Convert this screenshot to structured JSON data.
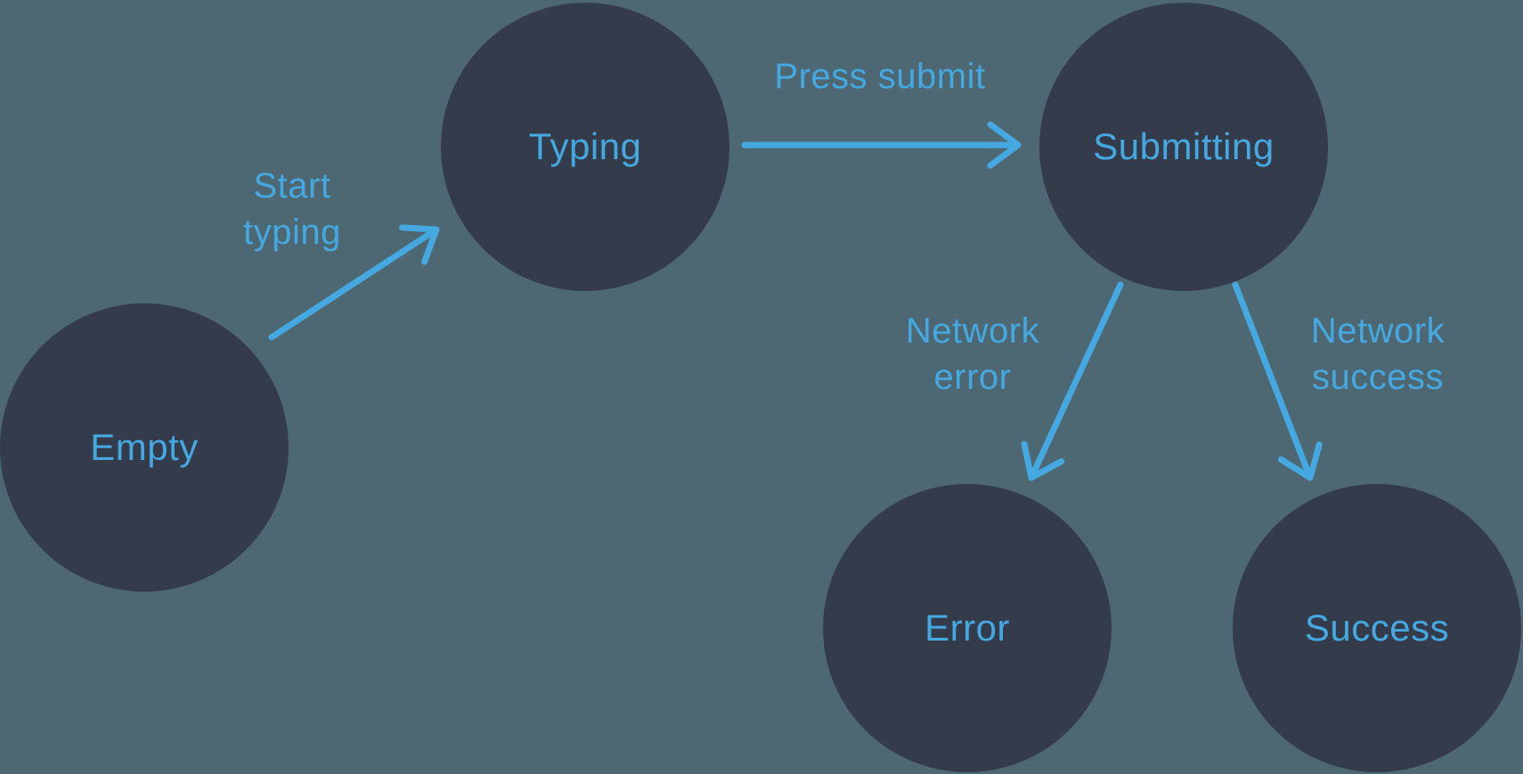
{
  "diagram": {
    "type": "state-machine",
    "nodes": [
      {
        "id": "empty",
        "label": "Empty"
      },
      {
        "id": "typing",
        "label": "Typing"
      },
      {
        "id": "submitting",
        "label": "Submitting"
      },
      {
        "id": "error",
        "label": "Error"
      },
      {
        "id": "success",
        "label": "Success"
      }
    ],
    "edges": [
      {
        "from": "empty",
        "to": "typing",
        "label": "Start typing"
      },
      {
        "from": "typing",
        "to": "submitting",
        "label": "Press submit"
      },
      {
        "from": "submitting",
        "to": "error",
        "label": "Network error"
      },
      {
        "from": "submitting",
        "to": "success",
        "label": "Network success"
      }
    ],
    "colors": {
      "background": "#4d6872",
      "node_fill": "#343b4a",
      "accent": "#45a8e0"
    }
  }
}
